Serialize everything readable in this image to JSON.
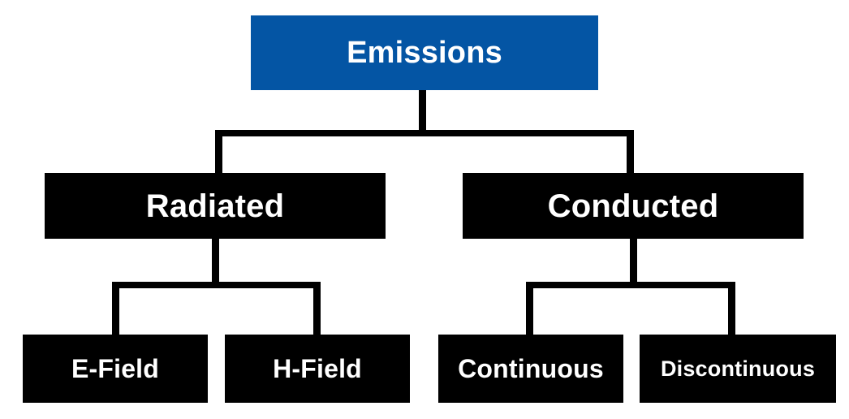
{
  "diagram": {
    "type": "hierarchy-tree",
    "title": "Emissions",
    "background_color": "#ffffff",
    "colors": {
      "root_fill": "#0455a4",
      "node_fill": "#000000",
      "node_text": "#ffffff",
      "connector": "#000000"
    },
    "nodes": {
      "root": {
        "label": "Emissions",
        "level": 0
      },
      "radiated": {
        "label": "Radiated",
        "level": 1
      },
      "conducted": {
        "label": "Conducted",
        "level": 1
      },
      "e_field": {
        "label": "E-Field",
        "level": 2,
        "parent": "Radiated"
      },
      "h_field": {
        "label": "H-Field",
        "level": 2,
        "parent": "Radiated"
      },
      "continuous": {
        "label": "Continuous",
        "level": 2,
        "parent": "Conducted"
      },
      "discontinuous": {
        "label": "Discontinuous",
        "level": 2,
        "parent": "Conducted"
      }
    },
    "edges": [
      {
        "from": "Emissions",
        "to": "Radiated"
      },
      {
        "from": "Emissions",
        "to": "Conducted"
      },
      {
        "from": "Radiated",
        "to": "E-Field"
      },
      {
        "from": "Radiated",
        "to": "H-Field"
      },
      {
        "from": "Conducted",
        "to": "Continuous"
      },
      {
        "from": "Conducted",
        "to": "Discontinuous"
      }
    ]
  }
}
